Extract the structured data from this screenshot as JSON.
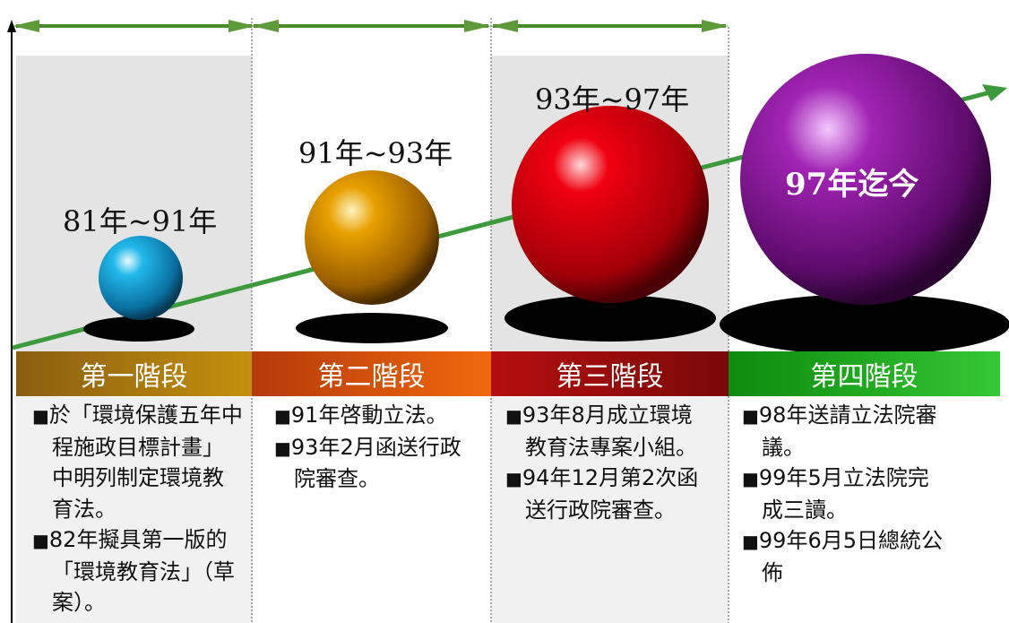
{
  "phases": [
    {
      "period": "81年~91年",
      "stage": "第一階段",
      "notes": [
        "於「環境保護五年中程施政目標計畫」中明列制定環境教育法。",
        "82年擬具第一版的「環境教育法」（草案）。"
      ],
      "sphere_color": "#1aa0d8",
      "header_color": "#a27412"
    },
    {
      "period": "91年~93年",
      "stage": "第二階段",
      "notes": [
        "91年啓動立法。",
        "93年2月函送行政院審查。"
      ],
      "sphere_color": "#e39a00",
      "header_color": "#d34c0c"
    },
    {
      "period": "93年~97年",
      "stage": "第三階段",
      "notes": [
        "93年8月成立環境教育法專案小組。",
        "94年12月第2次函送行政院審查。"
      ],
      "sphere_color": "#e0000c",
      "header_color": "#a10c0c"
    },
    {
      "period": "97年迄今",
      "stage": "第四階段",
      "notes": [
        "98年送請立法院審議。",
        "99年5月立法院完成三讀。",
        "99年6月5日總統公佈"
      ],
      "sphere_color": "#9a1ea8",
      "header_color": "#1aa31a"
    }
  ],
  "colors": {
    "trend_arrow": "#4aa84a",
    "top_arrows": "#4a8a2a",
    "panel_gray": "#e2e2e2"
  }
}
